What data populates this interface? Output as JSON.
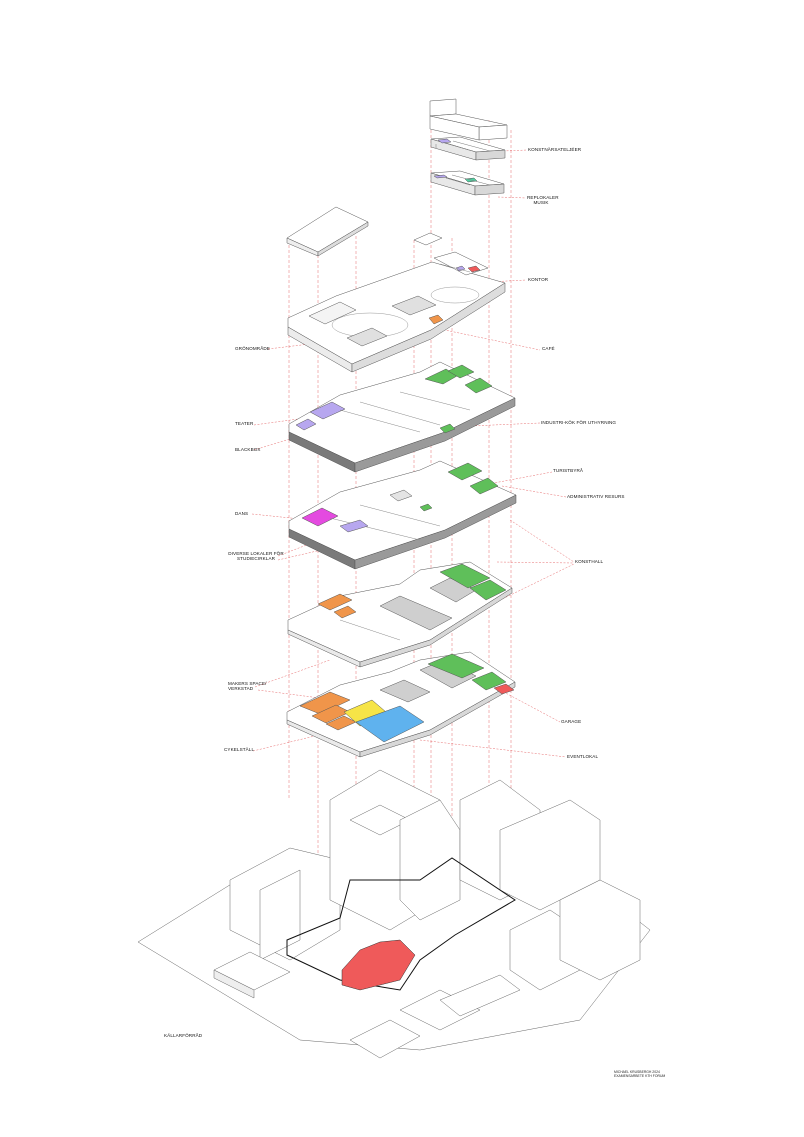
{
  "labels": {
    "konstnarsateljeer": "KONSTNÄRSATELJÉER",
    "replokaler_line1": "REPLOKALER",
    "replokaler_line2": "MUSIK",
    "kontor": "KONTOR",
    "gronomrade": "GRÖNOMRÅDE",
    "cafe": "CAFÉ",
    "teater": "TEATER",
    "industrikok": "INDUSTRI-KÖK FÖR UTHYRNING",
    "blackbox": "BLACKBOX",
    "turistbyra": "TURISTBYRÅ",
    "administrativ": "ADMINISTRATIV RESURS",
    "dans": "DANS",
    "studiecirklar_line1": "DIVERSE LOKALER FÖR",
    "studiecirklar_line2": "STUDIECIRKLAR",
    "konsthall": "KONSTHALL",
    "makers_line1": "MAKERS SPACE/",
    "makers_line2": "VERKSTAD",
    "garage": "GARAGE",
    "cykelstall": "CYKELSTÄLL",
    "eventlokal": "EVENTLOKAL",
    "kallarforrad": "KÄLLARFÖRRÅD"
  },
  "credit": {
    "line1": "MICHAEL KRUSBERGH 2024",
    "line2": "EXAMENSARBETE KTH FORUM"
  },
  "colors": {
    "green": "#5fbf5a",
    "orange": "#f0954a",
    "blue": "#5fb2ee",
    "yellow": "#f6e447",
    "magenta": "#e44ae0",
    "purple": "#b7a7ef",
    "red": "#ef5a5a",
    "gray": "#cfcfcf",
    "line": "#666666",
    "leader": "#e0484a"
  }
}
